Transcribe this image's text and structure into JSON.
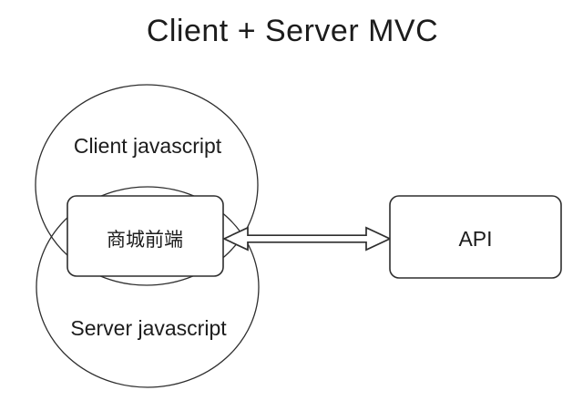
{
  "diagram": {
    "title": "Client + Server MVC",
    "nodes": {
      "client_circle": {
        "label": "Client javascript",
        "shape": "ellipse"
      },
      "server_circle": {
        "label": "Server javascript",
        "shape": "ellipse"
      },
      "frontend_box": {
        "label": "商城前端",
        "shape": "rounded-rect"
      },
      "api_box": {
        "label": "API",
        "shape": "rounded-rect"
      }
    },
    "connector": {
      "type": "double-headed-hollow-arrow",
      "from": "frontend_box",
      "to": "api_box"
    },
    "colors": {
      "ink": "#1c1c1c",
      "stroke": "#2e2e2e",
      "fill": "#ffffff"
    }
  }
}
